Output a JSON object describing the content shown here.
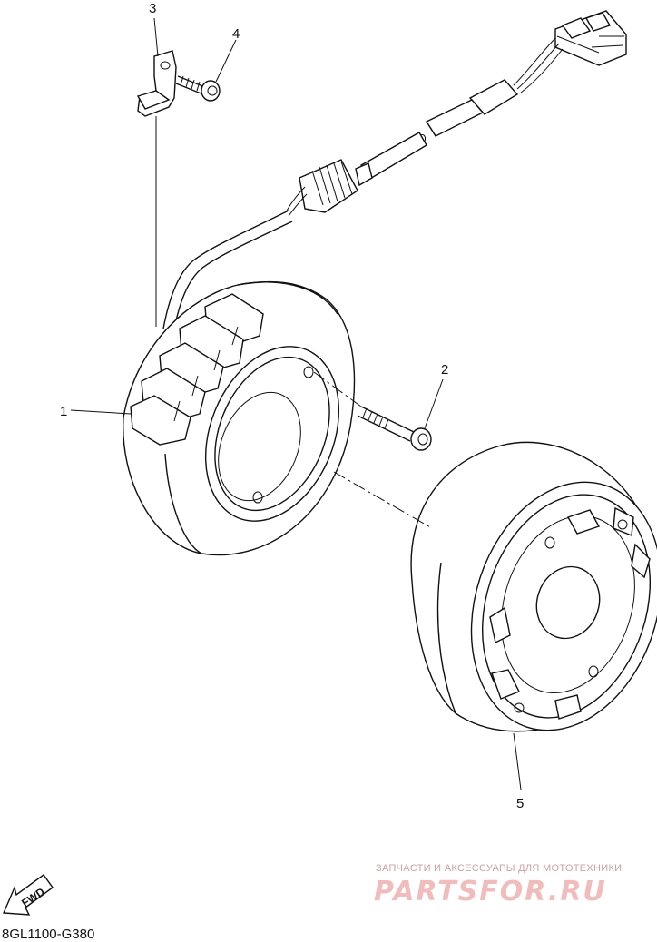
{
  "callouts": {
    "part1": "1",
    "part2": "2",
    "part3": "3",
    "part4": "4",
    "part5": "5"
  },
  "fwd_label": "FWD",
  "diagram_code": "8GL1100-G380",
  "watermark": {
    "subtitle": "ЗАПЧАСТИ И АКСЕССУАРЫ ДЛЯ МОТОТЕХНИКИ",
    "brand": "PARTSFOR.RU",
    "brand_color": "#e88a8a"
  },
  "parts": [
    {
      "callout": "1",
      "icon": "stator-coil-icon"
    },
    {
      "callout": "2",
      "icon": "bolt-icon"
    },
    {
      "callout": "3",
      "icon": "clamp-bracket-icon"
    },
    {
      "callout": "4",
      "icon": "screw-icon"
    },
    {
      "callout": "5",
      "icon": "rotor-icon"
    }
  ]
}
